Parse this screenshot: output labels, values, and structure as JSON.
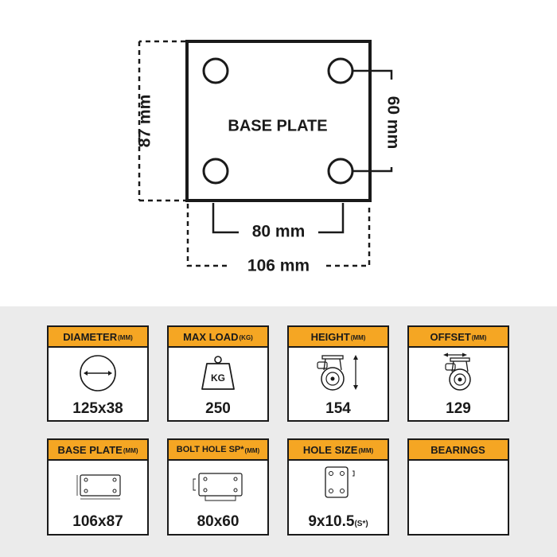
{
  "diagram": {
    "plate_label": "BASE PLATE",
    "dim_height": "87 mm",
    "dim_hole_vertical": "60 mm",
    "dim_hole_horizontal": "80 mm",
    "dim_width": "106 mm"
  },
  "specs": [
    {
      "label": "DIAMETER",
      "unit": "(MM)",
      "value": "125x38",
      "icon": "wheel-diameter-icon"
    },
    {
      "label": "MAX LOAD",
      "unit": "(KG)",
      "value": "250",
      "icon": "weight-kg-icon",
      "icon_text": "KG"
    },
    {
      "label": "HEIGHT",
      "unit": "(MM)",
      "value": "154",
      "icon": "caster-height-icon"
    },
    {
      "label": "OFFSET",
      "unit": "(MM)",
      "value": "129",
      "icon": "caster-offset-icon"
    },
    {
      "label": "BASE PLATE",
      "unit": "(MM)",
      "value": "106x87",
      "icon": "base-plate-icon"
    },
    {
      "label": "BOLT HOLE SP*",
      "unit": "(MM)",
      "value": "80x60",
      "icon": "bolt-hole-spacing-icon"
    },
    {
      "label": "HOLE SIZE",
      "unit": "(MM)",
      "value": "9x10.5",
      "value_suffix": "(S*)",
      "icon": "hole-size-icon"
    },
    {
      "label": "BEARINGS",
      "unit": "",
      "value": "",
      "icon": ""
    }
  ],
  "colors": {
    "accent": "#f5a623",
    "ink": "#1a1a1a",
    "panel": "#ebebeb"
  }
}
